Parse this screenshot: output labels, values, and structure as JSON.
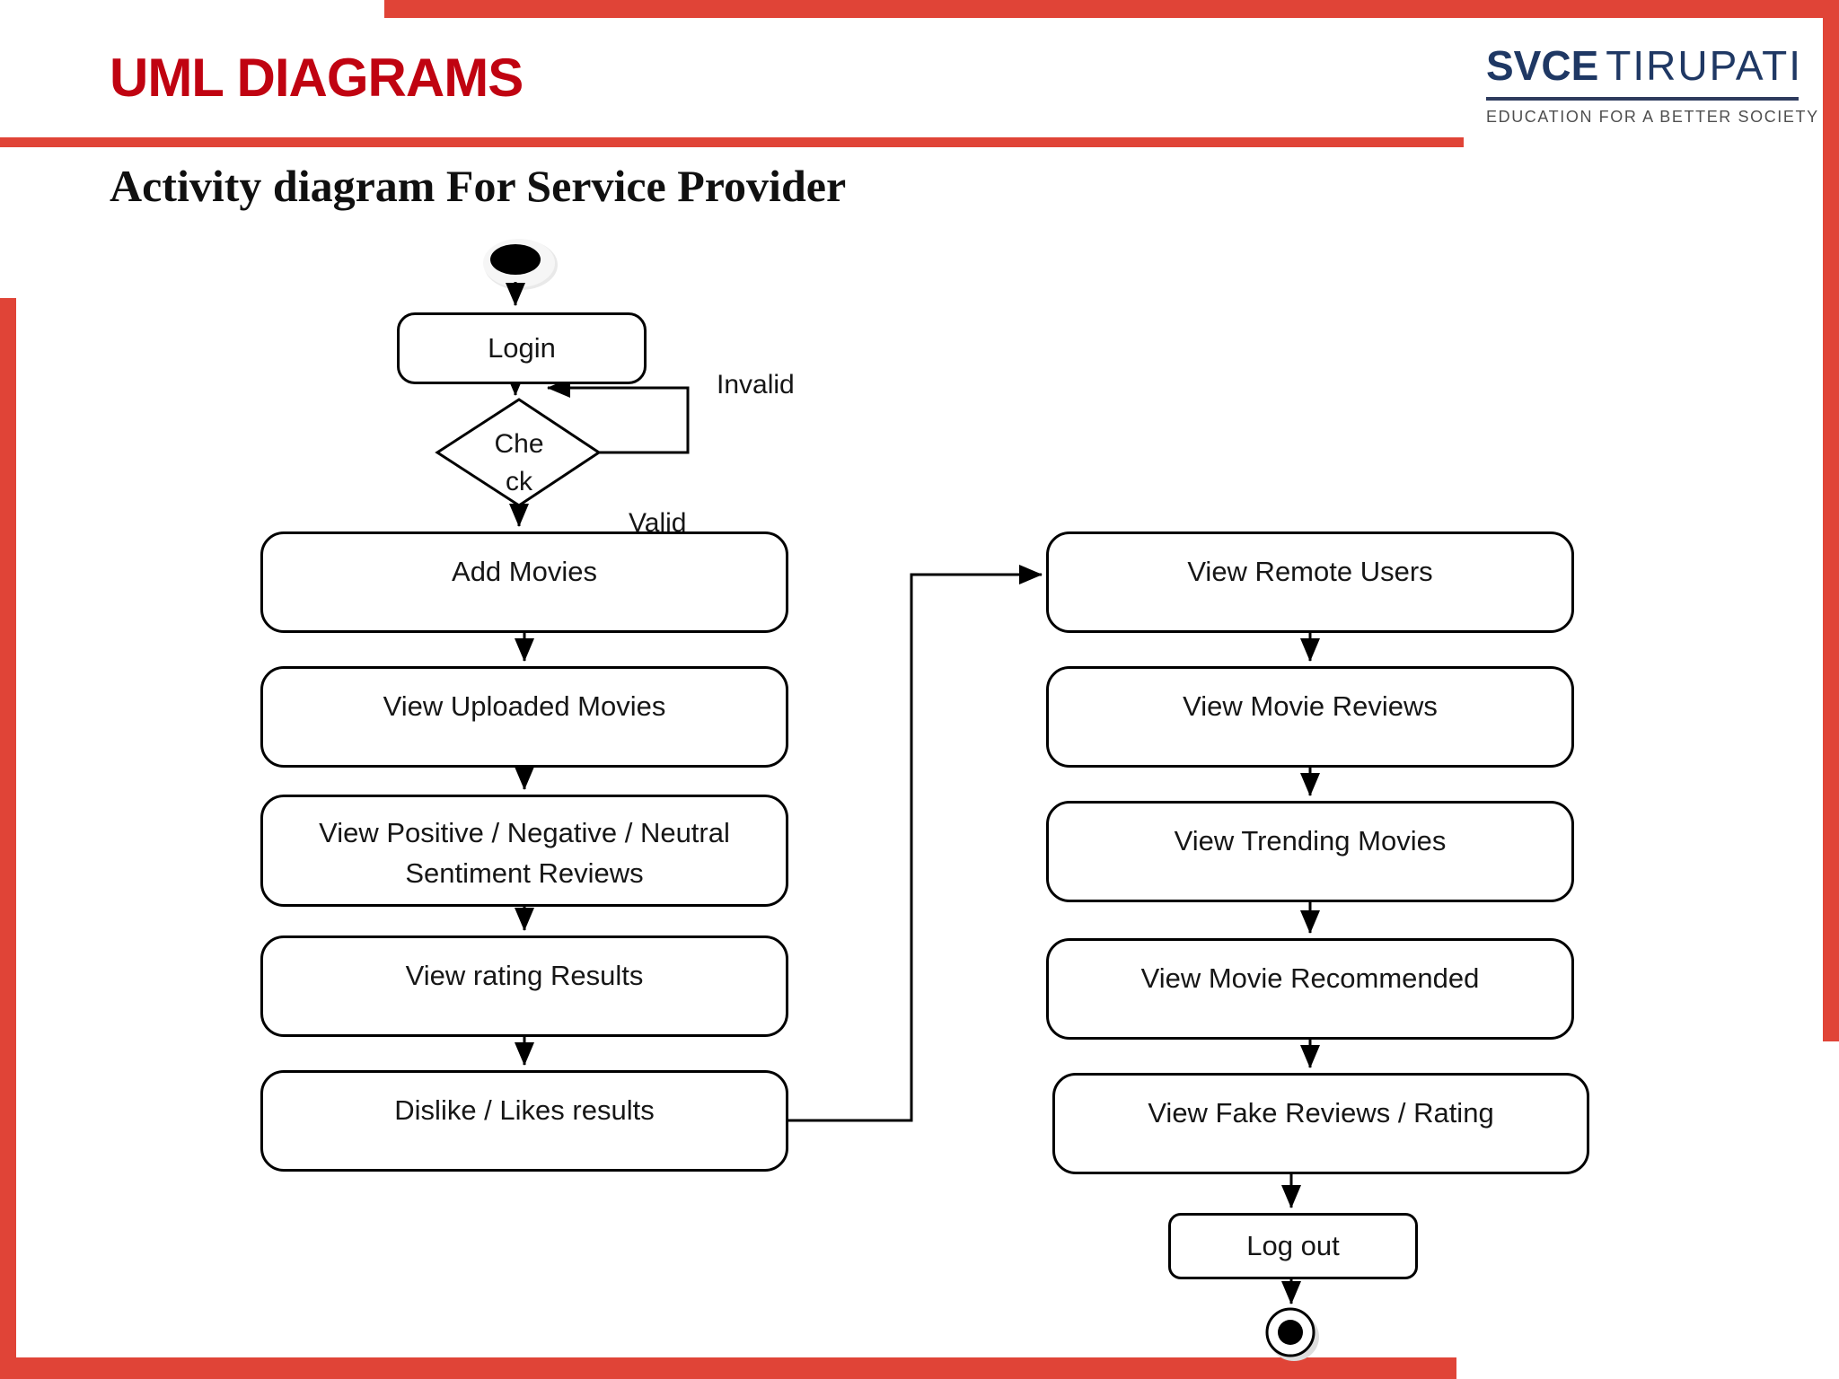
{
  "header": {
    "title": "UML DIAGRAMS",
    "subtitle": "Activity diagram For Service Provider"
  },
  "logo": {
    "name_bold": "SVCE",
    "name_regular": "TIRUPATI",
    "tagline": "EDUCATION FOR A BETTER SOCIETY"
  },
  "colors": {
    "accent_bar": "#E04437",
    "title_red": "#C00311",
    "logo_navy": "#1F3864",
    "tagline_gray": "#4F4F4F",
    "diagram_stroke": "#000000"
  },
  "diagram": {
    "login_label": "Login",
    "decision": {
      "line1": "Che",
      "line2": "ck"
    },
    "edge_labels": {
      "invalid": "Invalid",
      "valid": "Valid"
    },
    "left_column": [
      "Add Movies",
      "View Uploaded Movies",
      "View Positive / Negative / Neutral\nSentiment Reviews",
      "View rating Results",
      "Dislike / Likes results"
    ],
    "right_column": [
      "View Remote Users",
      "View Movie Reviews",
      "View Trending Movies",
      "View Movie Recommended",
      "View Fake Reviews / Rating"
    ],
    "logout_label": "Log out"
  }
}
